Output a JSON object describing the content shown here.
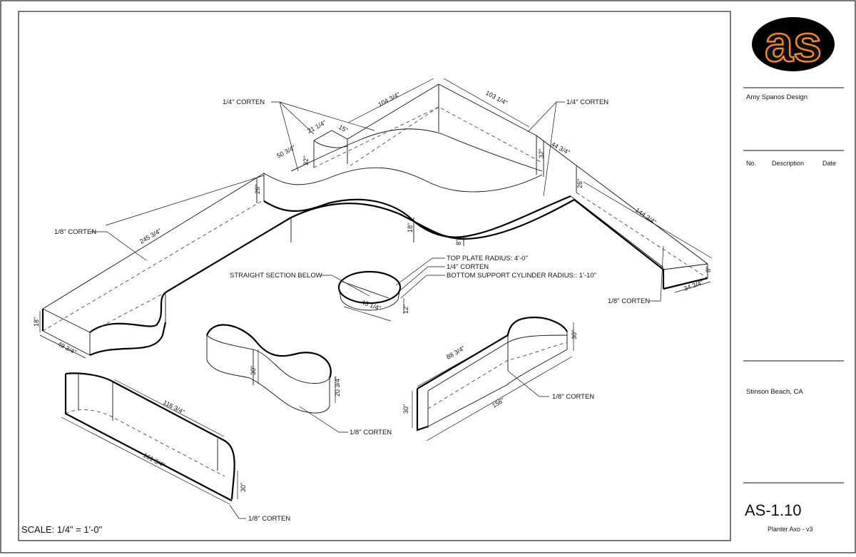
{
  "title_block": {
    "logo_text": "as",
    "designer": "Amy Spanos Design",
    "revision_headers": {
      "no": "No.",
      "description": "Description",
      "date": "Date"
    },
    "location": "Stinson Beach, CA",
    "sheet_number": "AS-1.10",
    "sheet_title": "Planter Axo - v3"
  },
  "scale": "SCALE: 1/4\" = 1'-0\"",
  "notes": {
    "corten_quarter_left": "1/4\" CORTEN",
    "corten_quarter_right": "1/4\" CORTEN",
    "corten_eighth_left": "1/8\" CORTEN",
    "corten_eighth_right": "1/8\" CORTEN",
    "straight_section": "STRAIGHT SECTION BELOW",
    "top_plate": "TOP PLATE RADIUS: 4'-0\"",
    "cyl_corten": "1/4\" CORTEN",
    "bottom_support": "BOTTOM SUPPORT CYLINDER RADIUS:: 1'-10\"",
    "corten_eighth_middle": "1/8\" CORTEN",
    "corten_eighth_bottom_left": "1/8\" CORTEN",
    "corten_eighth_bottom_right": "1/8\" CORTEN"
  },
  "dims": {
    "d104": "104 3/4\"",
    "d103": "103 1/4\"",
    "d21": "21 1/4\"",
    "d15": "15\"",
    "d50": "50 3/4\"",
    "d32a": "32\"",
    "d32b": "32\"",
    "d44": "44 3/4\"",
    "d26a": "26\"",
    "d26b": "26\"",
    "d144": "144 3/4\"",
    "d245": "245 3/4\"",
    "d18a": "18\"",
    "d18b": "18\"",
    "d8a": "8\"",
    "d8b": "8\"",
    "d34": "34 3/4\"",
    "d49": "49 3/4\"",
    "d43": "43 1/4\"",
    "d12": "12\"",
    "d30a": "30\"",
    "d20": "20 3/4\"",
    "d116": "116 3/4\"",
    "d161": "161 3/4\"",
    "d30b": "30\"",
    "d88": "88 3/4\"",
    "d156": "156\"",
    "d30c": "30\"",
    "d30d": "30\""
  }
}
